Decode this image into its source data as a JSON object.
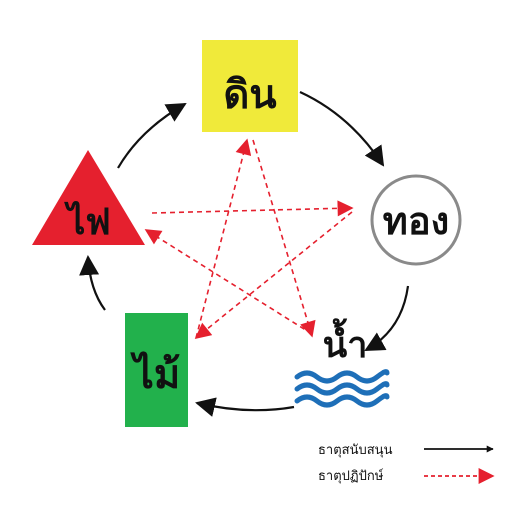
{
  "elements": {
    "earth": {
      "label": "ดิน",
      "color": "#f0ea3a"
    },
    "metal": {
      "label": "ทอง",
      "color": "#ffffff",
      "stroke": "#8a8a8a"
    },
    "water": {
      "label": "น้ำ",
      "color": "#1e6fb8"
    },
    "wood": {
      "label": "ไม้",
      "color": "#22b14c"
    },
    "fire": {
      "label": "ไฟ",
      "color": "#e5202e"
    }
  },
  "legend": {
    "generating": {
      "label": "ธาตุสนับสนุน",
      "color": "#111111",
      "style": "solid"
    },
    "overcoming": {
      "label": "ธาตุปฏิปักษ์",
      "color": "#e5202e",
      "style": "dashed"
    }
  }
}
